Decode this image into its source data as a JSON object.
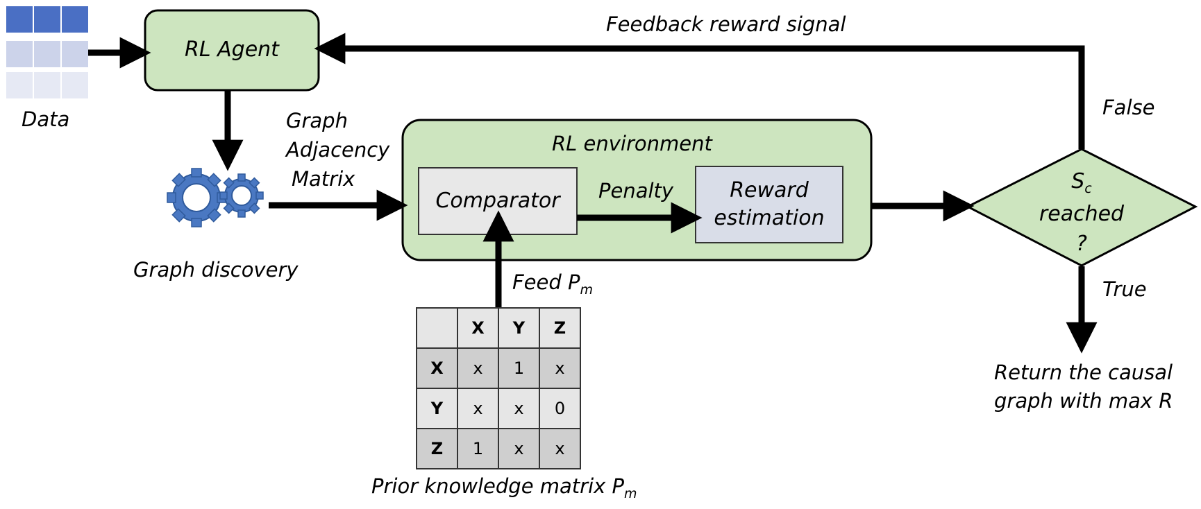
{
  "nodes": {
    "data": {
      "label": "Data"
    },
    "rl_agent": {
      "label": "RL Agent"
    },
    "graph_discovery": {
      "label": "Graph discovery"
    },
    "adjacency": {
      "line1": "Graph",
      "line2": "Adjacency",
      "line3": "Matrix"
    },
    "rl_environment": {
      "label": "RL environment"
    },
    "comparator": {
      "label": "Comparator"
    },
    "penalty": {
      "label": "Penalty"
    },
    "reward_estimation": {
      "line1": "Reward",
      "line2": "estimation"
    },
    "decision": {
      "symbol": "S",
      "subscript": "c",
      "line2": "reached",
      "line3": "?"
    },
    "feed": {
      "text": "Feed ",
      "symbol": "P",
      "subscript": "m"
    },
    "prior": {
      "text": "Prior knowledge matrix ",
      "symbol": "P",
      "subscript": "m"
    },
    "return_result": {
      "line1": "Return the causal",
      "line2": "graph with max R"
    }
  },
  "edges": {
    "feedback": {
      "label": "Feedback reward signal"
    },
    "false_branch": {
      "label": "False"
    },
    "true_branch": {
      "label": "True"
    }
  },
  "prior_matrix": {
    "corner": "",
    "columns": [
      "X",
      "Y",
      "Z"
    ],
    "rows": [
      {
        "header": "X",
        "cells": [
          "x",
          "1",
          "x"
        ]
      },
      {
        "header": "Y",
        "cells": [
          "x",
          "x",
          "0"
        ]
      },
      {
        "header": "Z",
        "cells": [
          "1",
          "x",
          "x"
        ]
      }
    ]
  },
  "colors": {
    "green_fill": "#cde5bf",
    "grey_fill": "#e8e8e8",
    "blue_fill": "#d9dde8",
    "data_dark": "#4a6fc4",
    "data_mid": "#ccd3ea",
    "data_light": "#e6e9f4",
    "gear_fill": "#4a78c2",
    "arrow": "#000000"
  },
  "icons": {
    "data_grid": "table-grid-icon",
    "gears": "gears-icon"
  }
}
